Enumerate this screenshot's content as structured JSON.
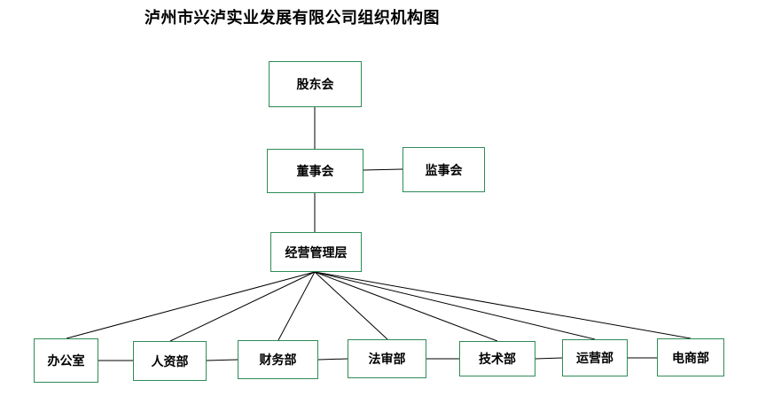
{
  "title": "泸州市兴泸实业发展有限公司组织机构图",
  "colors": {
    "box_border": "#2e8b57",
    "line": "#000000",
    "text": "#000000"
  },
  "nodes": {
    "shareholders": "股东会",
    "board": "董事会",
    "supervisors": "监事会",
    "management": "经营管理层",
    "departments": [
      "办公室",
      "人资部",
      "财务部",
      "法审部",
      "技术部",
      "运营部",
      "电商部"
    ]
  }
}
